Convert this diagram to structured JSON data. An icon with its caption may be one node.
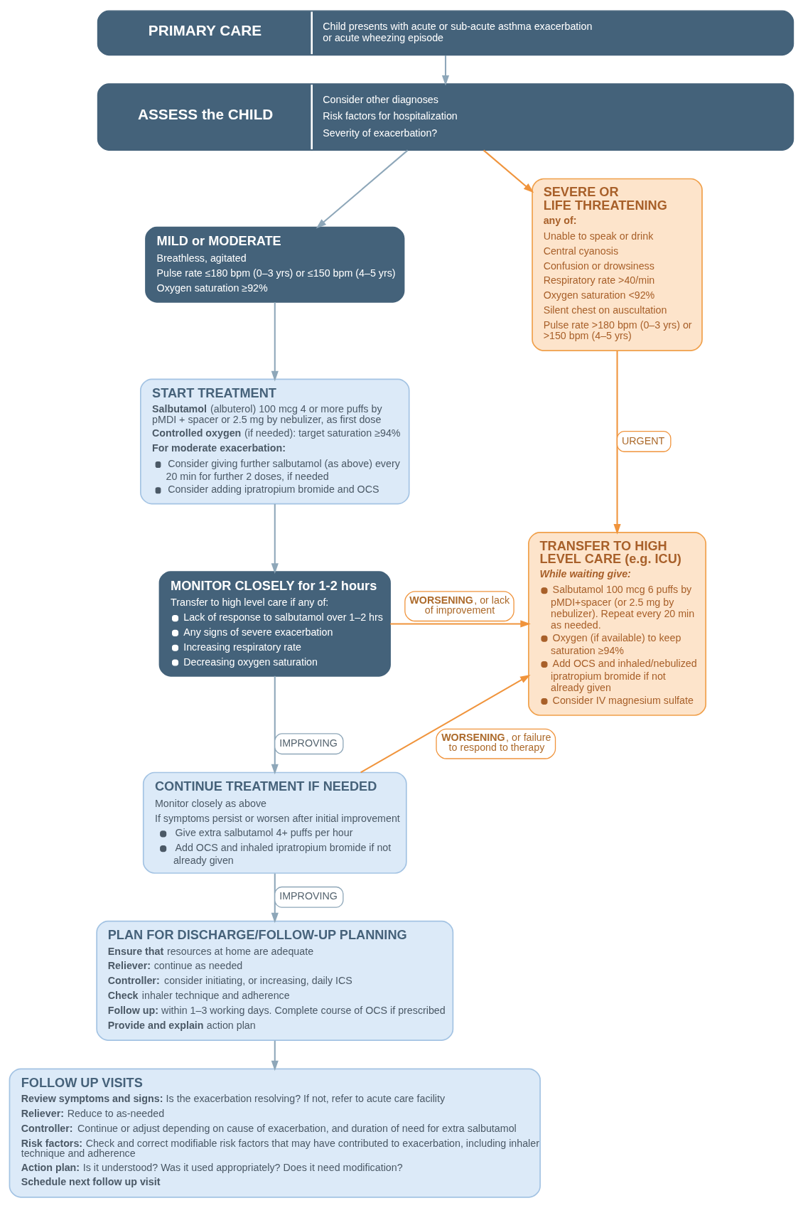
{
  "diagram": {
    "nodes": [
      {
        "text": [
          "PRIMARY CARE",
          "Child presents with acute or sub-acute asthma exacerbation or acute wheezing episode"
        ]
      },
      {
        "text": [
          "ASSESS the CHILD",
          "Consider other diagnoses",
          "Risk factors for hospitalization",
          "Severity of exacerbation?"
        ]
      },
      {
        "text": [
          "MILD or MODERATE",
          "Breathless, agitated",
          "Pulse rate ≤180 bpm (0–3 yrs) or ≤150 bpm (4–5 yrs)",
          "Oxygen saturation ≥92%"
        ]
      },
      {
        "text": [
          "SEVERE OR LIFE THREATENING",
          "any of:",
          "Unable to speak or drink",
          "Central cyanosis",
          "Confusion or drowsiness",
          "Respiratory rate >40/min",
          "Oxygen saturation <92%",
          "Silent chest on auscultation",
          "Pulse rate >180 bpm (0–3 yrs) or >150 bpm (4–5 yrs)"
        ]
      },
      {
        "text": [
          "START TREATMENT",
          "**Salbutamol** (albuterol) 100 mcg 4 or more puffs by pMDI + spacer or 2.5 mg by nebulizer, as first dose",
          "**Controlled oxygen** (if needed): target saturation ≥94%",
          "For moderate exacerbation:",
          "Consider giving further salbutamol (as above) every 20 min for further 2 doses, if needed",
          "Consider adding ipratropium bromide and OCS"
        ]
      },
      {
        "text": [
          "MONITOR CLOSELY for 1-2 hours",
          "Transfer to high level care if any of:",
          "Lack of response to salbutamol over 1–2 hrs",
          "Any signs of severe exacerbation",
          "Increasing respiratory rate",
          "Decreasing oxygen saturation"
        ]
      },
      {
        "text": [
          "TRANSFER TO HIGH LEVEL CARE (e.g. ICU)",
          "While waiting give:",
          "Salbutamol 100 mcg 6 puffs by pMDI+spacer (or 2.5 mg by nebulizer). Repeat every 20 min as needed.",
          "Oxygen (if available) to keep saturation ≥94%",
          "Add OCS and inhaled/nebulized ipratropium bromide if not already given",
          "Consider IV magnesium sulfate"
        ]
      },
      {
        "text": [
          "CONTINUE TREATMENT IF NEEDED",
          "Monitor closely as above",
          "If symptoms persist or worsen after initial improvement",
          "Give extra salbutamol 4+ puffs per hour",
          "Add OCS and inhaled ipratropium bromide if not already given"
        ]
      },
      {
        "text": [
          "PLAN FOR DISCHARGE/FOLLOW-UP PLANNING",
          "**Ensure that** resources at home are adequate",
          "**Reliever:** continue as needed",
          "**Controller:** consider initiating, or increasing, daily ICS",
          "**Check** inhaler technique and adherence",
          "**Follow up:** within 1–3 working days. Complete course of OCS if prescribed",
          "**Provide and explain** action plan"
        ]
      },
      {
        "text": [
          "FOLLOW UP VISITS",
          "**Review symptoms and signs:** Is the exacerbation resolving? If not, refer to acute care facility",
          "**Reliever:** Reduce to as-needed",
          "**Controller:** Continue or adjust depending on cause of exacerbation, and duration of need for extra salbutamol",
          "**Risk factors:** Check and correct modifiable risk factors that may have contributed to exacerbation, including inhaler technique and adherence",
          "**Action plan:** Is it understood? Was it used appropriately? Does it need modification?",
          "Schedule next follow up visit"
        ]
      }
    ],
    "edges": [
      {
        "from": 0,
        "to": 1,
        "arrow": "to"
      },
      {
        "from": 1,
        "to": 2,
        "arrow": "to"
      },
      {
        "from": 1,
        "to": 3,
        "arrow": "to",
        "color": "#f0943c"
      },
      {
        "from": 2,
        "to": 4,
        "arrow": "to"
      },
      {
        "from": 3,
        "to": 6,
        "arrow": "to",
        "label": "URGENT",
        "color": "#f0943c"
      },
      {
        "from": 4,
        "to": 5,
        "arrow": "to"
      },
      {
        "from": 5,
        "to": 6,
        "arrow": "to",
        "label": "**WORSENING**, or lack of improvement",
        "color": "#f0943c"
      },
      {
        "from": 5,
        "to": 7,
        "arrow": "to",
        "label": "IMPROVING"
      },
      {
        "from": 7,
        "to": 6,
        "arrow": "to",
        "label": "**WORSENING**, or failure to respond to therapy",
        "color": "#f0943c"
      },
      {
        "from": 7,
        "to": 8,
        "arrow": "to",
        "label": "IMPROVING"
      },
      {
        "from": 8,
        "to": 9,
        "arrow": "to"
      }
    ]
  }
}
